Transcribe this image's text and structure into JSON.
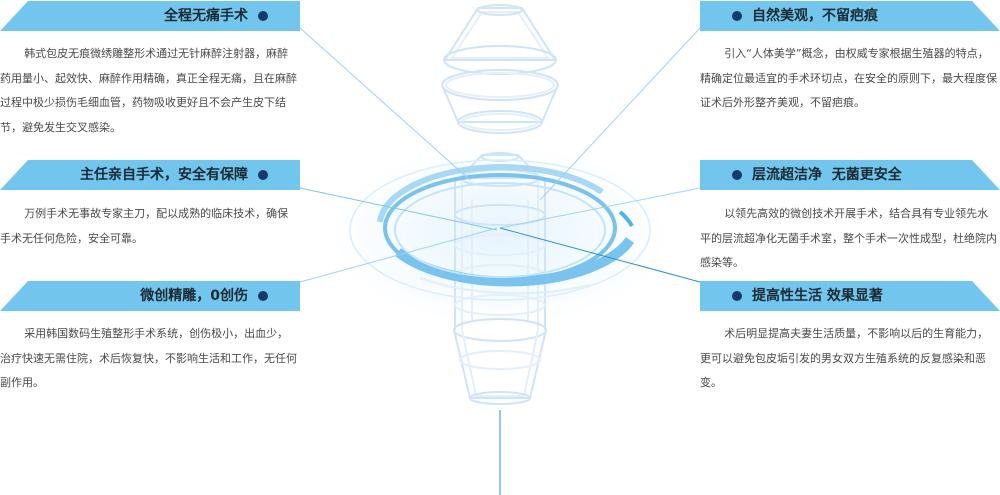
{
  "features": [
    {
      "title": "全程无痛手术",
      "text": "韩式包皮无痕微绣雕整形术通过无针麻醉注射器，麻醉药用量小、起效快、麻醉作用精确，真正全程无痛，且在麻醉过程中极少损伤毛细血管，药物吸收更好且不会产生皮下结节，避免发生交叉感染。"
    },
    {
      "title": "主任亲自手术，安全有保障",
      "text": "万例手术无事故专家主刀，配以成熟的临床技术，确保手术无任何危险，安全可靠。"
    },
    {
      "title": "微创精雕，0创伤",
      "text": "采用韩国数码生殖整形手术系统，创伤极小，出血少，治疗快速无需住院，术后恢复快，不影响生活和工作，无任何副作用。"
    },
    {
      "title": "自然美观，不留疤痕",
      "text": "引入“人体美学”概念，由权威专家根据生殖器的特点，精确定位最适宜的手术环切点，在安全的原则下，最大程度保证术后外形整齐美观，不留疤痕。"
    },
    {
      "title": "层流超洁净  无菌更安全",
      "text": "以领先高效的微创技术开展手术，结合具有专业领先水平的层流超净化无菌手术室，整个手术一次性成型，杜绝院内感染等。"
    },
    {
      "title": "提高性生活 效果显著",
      "text": "术后明显提高夫妻生活质量，不影响以后的生育能力，更可以避免包皮垢引发的男女双方生殖系统的反复感染和恶变。"
    }
  ],
  "colors": {
    "banner": "#72c6ee",
    "dot": "#173a6a",
    "ring": "#79c3ee",
    "wire": "#cfe4f7"
  }
}
